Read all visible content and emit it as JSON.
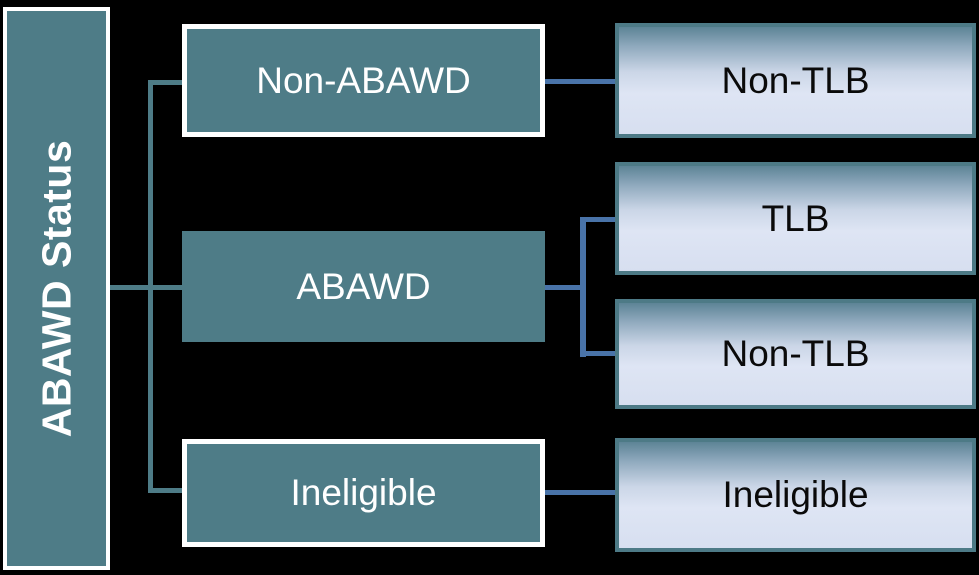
{
  "diagram": {
    "root": {
      "label": "ABAWD Status"
    },
    "branches": [
      {
        "label": "Non-ABAWD"
      },
      {
        "label": "ABAWD"
      },
      {
        "label": "Ineligible"
      }
    ],
    "leaves": [
      {
        "label": "Non-TLB",
        "parent": "Non-ABAWD"
      },
      {
        "label": "TLB",
        "parent": "ABAWD"
      },
      {
        "label": "Non-TLB",
        "parent": "ABAWD"
      },
      {
        "label": "Ineligible",
        "parent": "Ineligible"
      }
    ]
  },
  "colors": {
    "background": "#000000",
    "teal": "#4E7C87",
    "teal_border": "#4D7A86",
    "blue": "#4973A8",
    "box_border_white": "#FFFFFF",
    "text_light": "#FFFFFF",
    "text_dark": "#0A0A0A",
    "grad_top": "#5D8496",
    "grad_upper": "#8FA9BD",
    "grad_mid": "#CBD6E7",
    "grad_light": "#DEE5F4",
    "grad_bottom": "#D7DFF0"
  }
}
